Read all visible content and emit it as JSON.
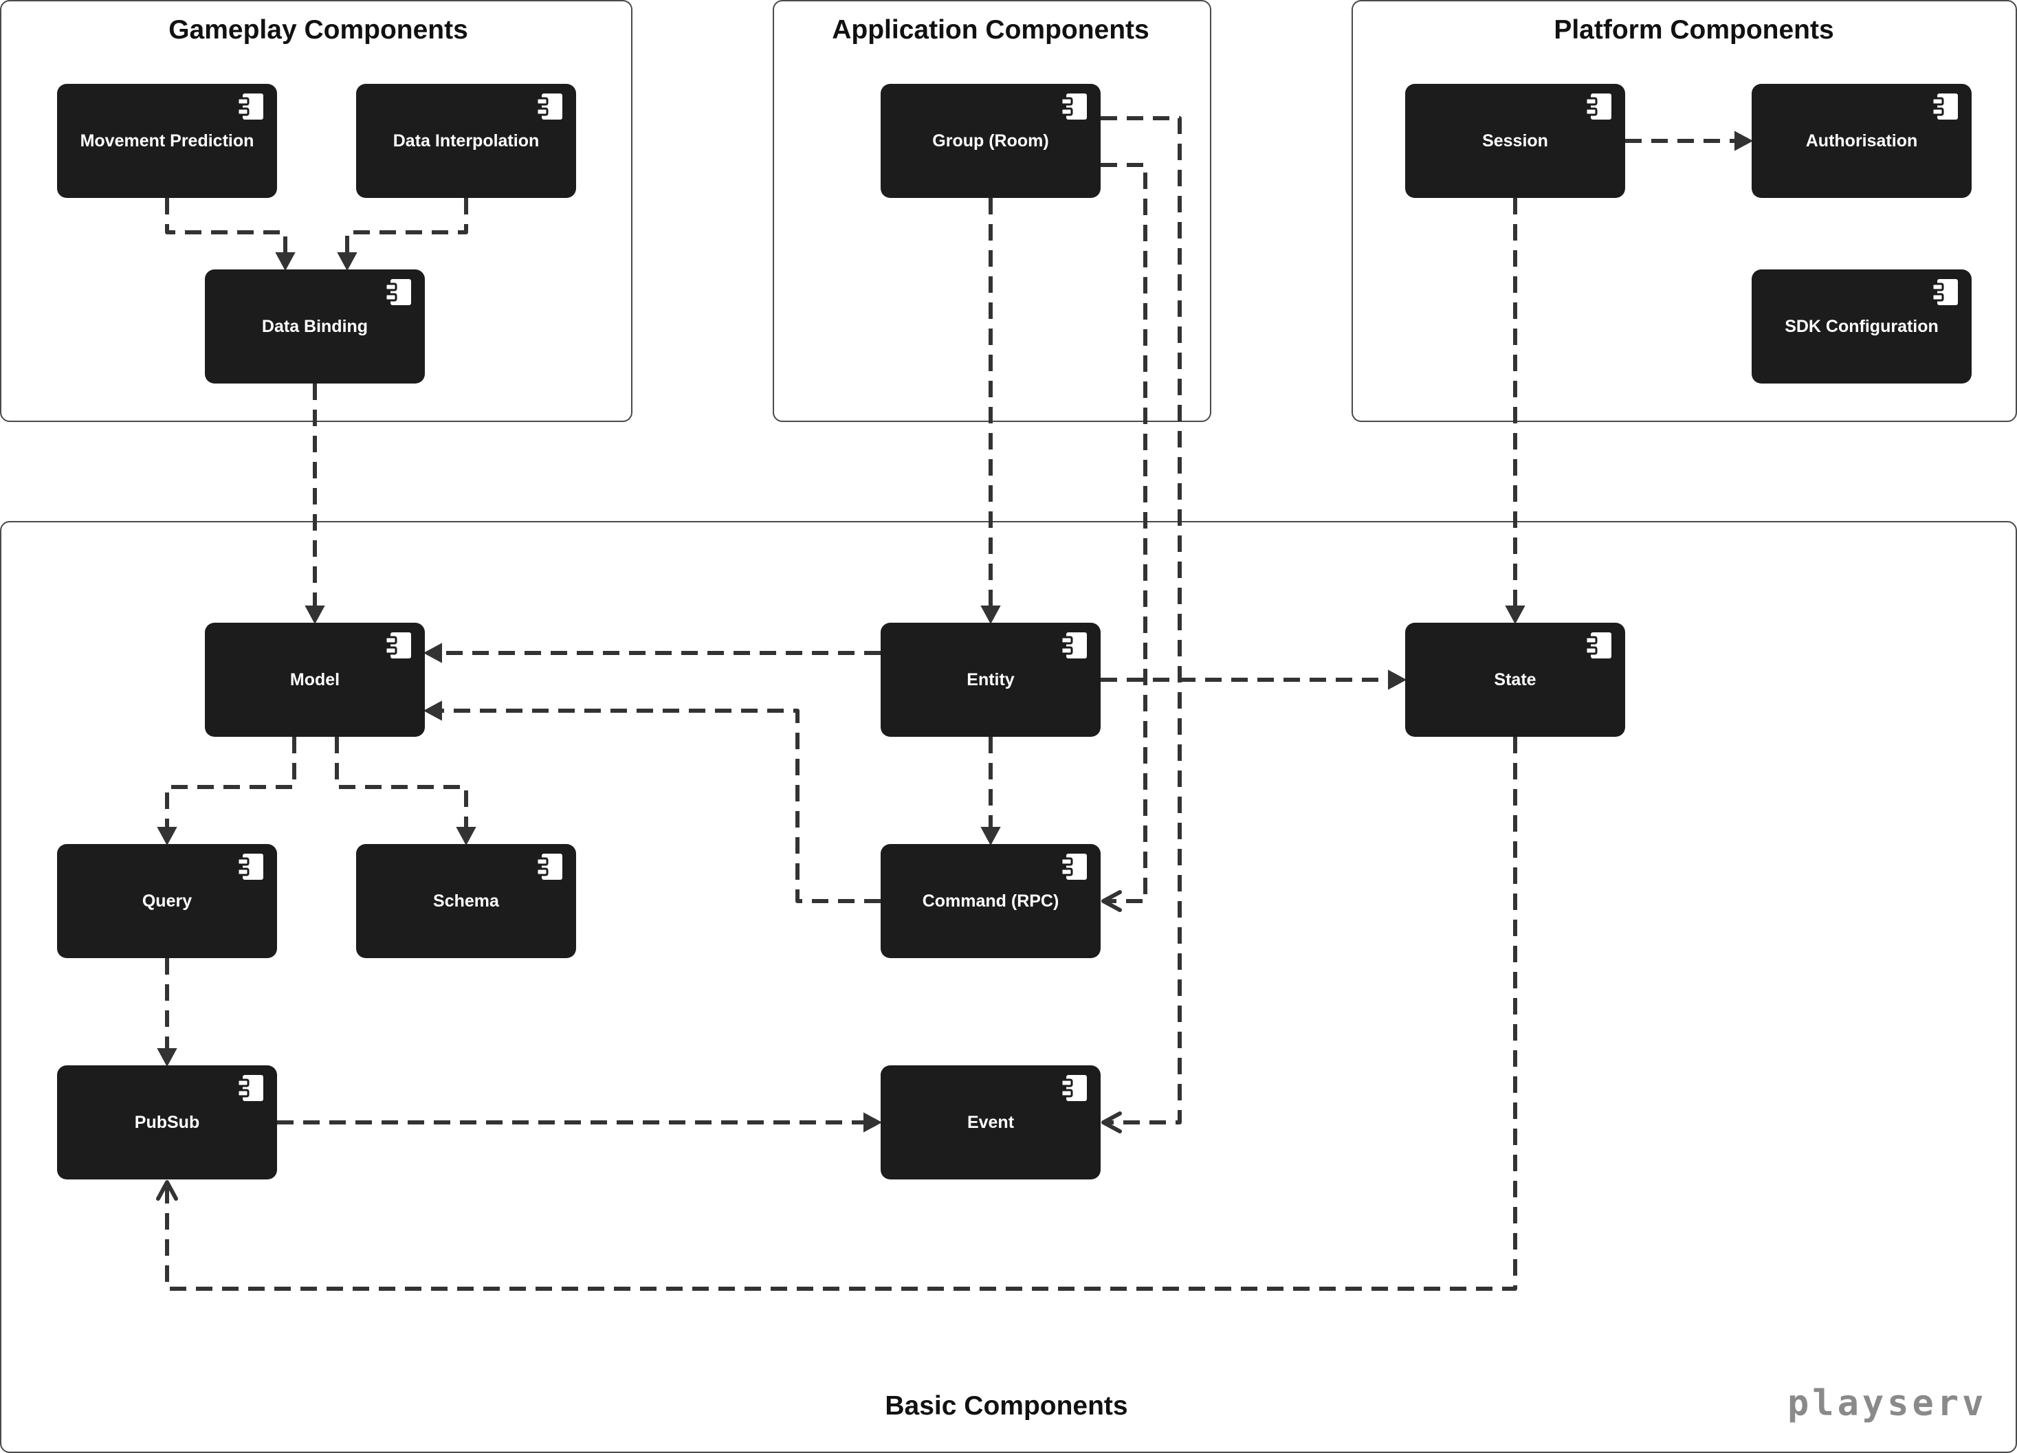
{
  "groups": {
    "gameplay": "Gameplay Components",
    "application": "Application Components",
    "platform": "Platform Components",
    "basic": "Basic Components"
  },
  "nodes": {
    "movement_prediction": "Movement Prediction",
    "data_interpolation": "Data Interpolation",
    "data_binding": "Data Binding",
    "group_room": "Group (Room)",
    "session": "Session",
    "authorisation": "Authorisation",
    "sdk_configuration": "SDK Configuration",
    "model": "Model",
    "entity": "Entity",
    "state": "State",
    "query": "Query",
    "schema": "Schema",
    "command_rpc": "Command (RPC)",
    "pubsub": "PubSub",
    "event": "Event"
  },
  "edges": [
    {
      "from": "movement_prediction",
      "to": "data_binding"
    },
    {
      "from": "data_interpolation",
      "to": "data_binding"
    },
    {
      "from": "data_binding",
      "to": "model"
    },
    {
      "from": "group_room",
      "to": "entity"
    },
    {
      "from": "group_room",
      "to": "command_rpc"
    },
    {
      "from": "group_room",
      "to": "event"
    },
    {
      "from": "session",
      "to": "authorisation"
    },
    {
      "from": "session",
      "to": "state"
    },
    {
      "from": "entity",
      "to": "model"
    },
    {
      "from": "command_rpc",
      "to": "model"
    },
    {
      "from": "entity",
      "to": "state"
    },
    {
      "from": "entity",
      "to": "command_rpc"
    },
    {
      "from": "model",
      "to": "query"
    },
    {
      "from": "model",
      "to": "schema"
    },
    {
      "from": "query",
      "to": "pubsub"
    },
    {
      "from": "pubsub",
      "to": "event"
    },
    {
      "from": "state",
      "to": "pubsub"
    }
  ],
  "watermark": "playserv",
  "colors": {
    "node_fill": "#1c1c1c",
    "node_text": "#ffffff",
    "edge": "#333333",
    "frame_border": "#4a4a4a"
  }
}
